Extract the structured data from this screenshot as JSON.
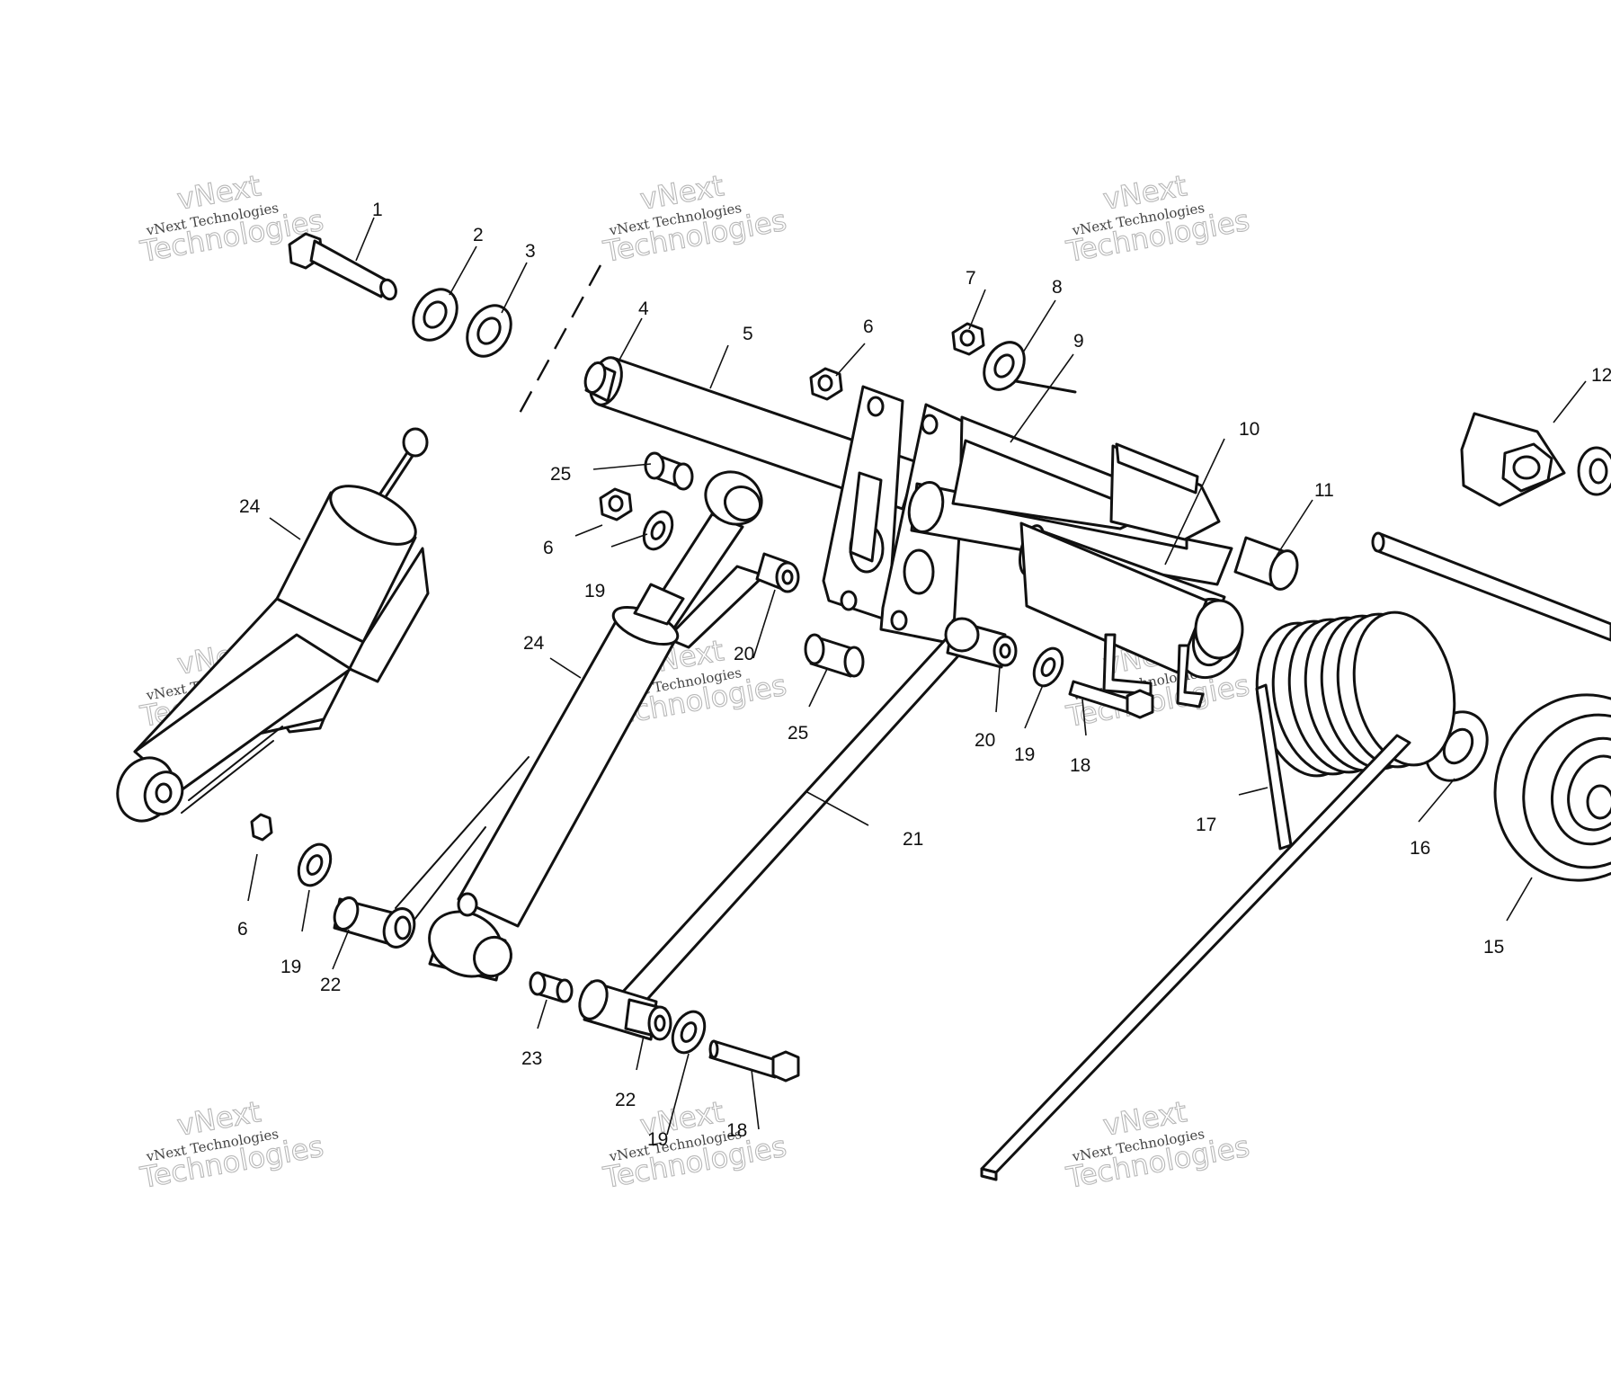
{
  "watermark": {
    "line1": "vNext",
    "line2": "vNext Technologies",
    "line3": "Technologies"
  },
  "callouts": {
    "c1": "1",
    "c2": "2",
    "c3": "3",
    "c4": "4",
    "c5": "5",
    "c6a": "6",
    "c6b": "6",
    "c6c": "6",
    "c7": "7",
    "c8": "8",
    "c9": "9",
    "c10": "10",
    "c11": "11",
    "c12": "12",
    "c15": "15",
    "c16": "16",
    "c17": "17",
    "c18a": "18",
    "c18b": "18",
    "c19a": "19",
    "c19b": "19",
    "c19c": "19",
    "c19d": "19",
    "c20a": "20",
    "c20b": "20",
    "c21": "21",
    "c22a": "22",
    "c22b": "22",
    "c23": "23",
    "c24a": "24",
    "c24b": "24",
    "c25a": "25",
    "c25b": "25"
  }
}
